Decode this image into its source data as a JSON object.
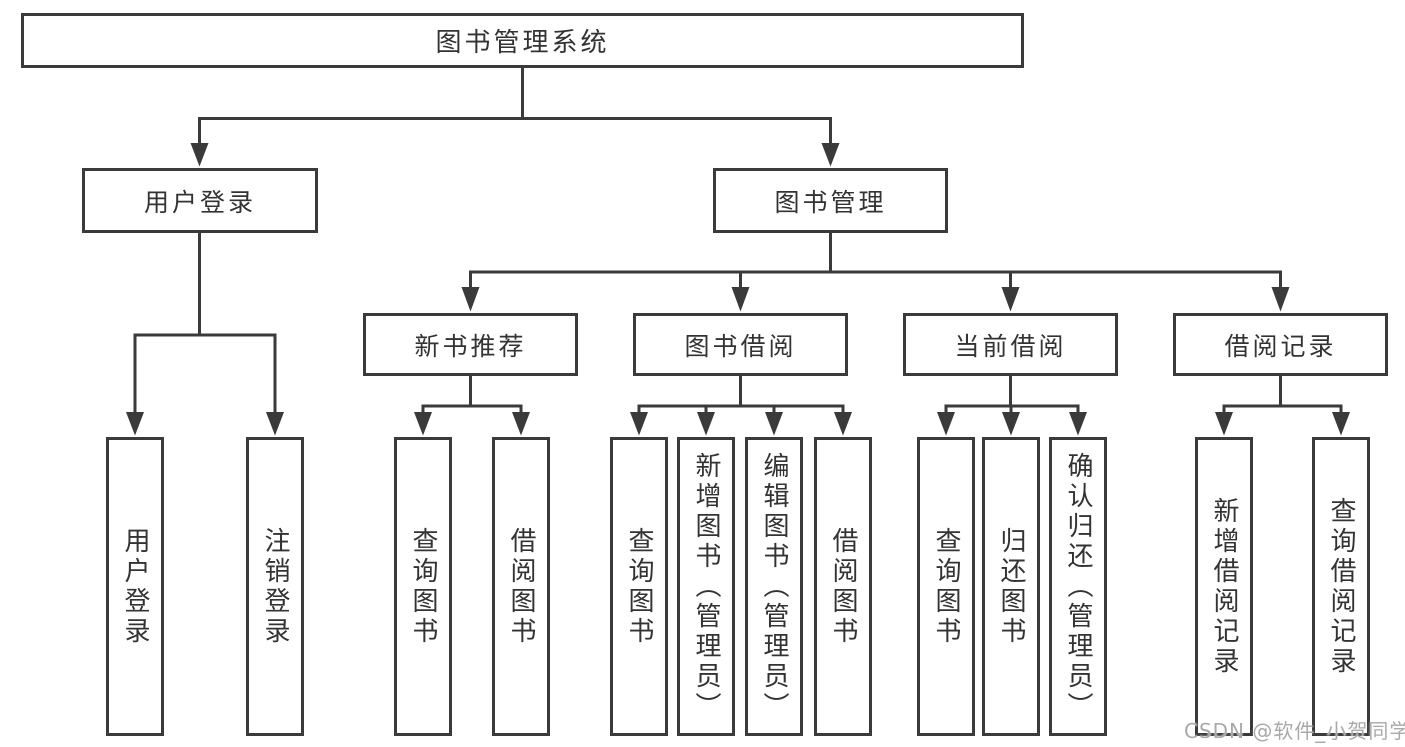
{
  "diagram": {
    "type": "hierarchy-tree",
    "colors": {
      "border": "#3a3a3a",
      "line": "#3a3a3a",
      "text": "#333333",
      "watermark": "#a9a9a9",
      "background": "#ffffff"
    },
    "watermark": "CSDN @软件_小贺同学",
    "nodes": {
      "root": "图书管理系统",
      "user_login": "用户登录",
      "book_management": "图书管理",
      "new_book_recommend": "新书推荐",
      "book_borrow": "图书借阅",
      "current_borrow": "当前借阅",
      "borrow_records": "借阅记录",
      "leaf_user_login": "用户登录",
      "leaf_logout": "注销登录",
      "leaf_recommend_search_books": "查询图书",
      "leaf_recommend_borrow_books": "借阅图书",
      "leaf_borrow_search_books": "查询图书",
      "leaf_borrow_add_books_admin": "新增图书（管理员）",
      "leaf_borrow_edit_books_admin": "编辑图书（管理员）",
      "leaf_borrow_borrow_books": "借阅图书",
      "leaf_current_search_books": "查询图书",
      "leaf_current_return_books": "归还图书",
      "leaf_current_confirm_return_admin": "确认归还（管理员）",
      "leaf_records_add_record": "新增借阅记录",
      "leaf_records_search_record": "查询借阅记录"
    }
  }
}
